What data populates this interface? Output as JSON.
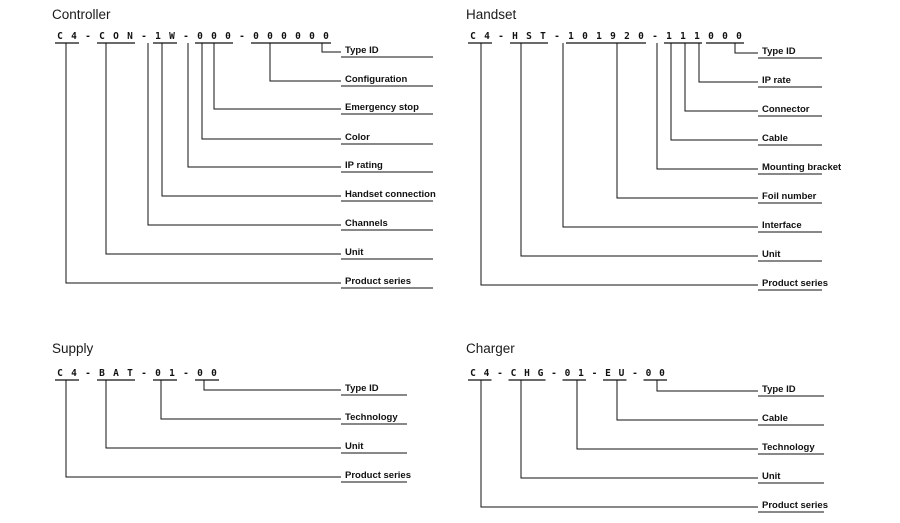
{
  "diagrams": [
    {
      "title": "Controller",
      "code_tokens": [
        "C",
        "4",
        "-",
        "C",
        "O",
        "N",
        "-",
        "1",
        "W",
        "-",
        "0",
        "0",
        "0",
        "-",
        "0",
        "0",
        "0",
        "0",
        "0",
        "0"
      ],
      "labels": [
        "Type ID",
        "Configuration",
        "Emergency stop",
        "Color",
        "IP rating",
        "Handset connection",
        "Channels",
        "Unit",
        "Product series"
      ]
    },
    {
      "title": "Handset",
      "code_tokens": [
        "C",
        "4",
        "-",
        "H",
        "S",
        "T",
        "-",
        "1",
        "0",
        "1",
        "9",
        "2",
        "0",
        "-",
        "1",
        "1",
        "1",
        "0",
        "0",
        "0"
      ],
      "labels": [
        "Type ID",
        "IP rate",
        "Connector",
        "Cable",
        "Mounting bracket",
        "Foil number",
        "Interface",
        "Unit",
        "Product series"
      ]
    },
    {
      "title": "Supply",
      "code_tokens": [
        "C",
        "4",
        "-",
        "B",
        "A",
        "T",
        "-",
        "0",
        "1",
        "-",
        "0",
        "0"
      ],
      "labels": [
        "Type ID",
        "Technology",
        "Unit",
        "Product series"
      ]
    },
    {
      "title": "Charger",
      "code_tokens": [
        "C",
        "4",
        "-",
        "C",
        "H",
        "G",
        "-",
        "0",
        "1",
        "-",
        "E",
        "U",
        "-",
        "0",
        "0"
      ],
      "labels": [
        "Type ID",
        "Cable",
        "Technology",
        "Unit",
        "Product series"
      ]
    }
  ]
}
